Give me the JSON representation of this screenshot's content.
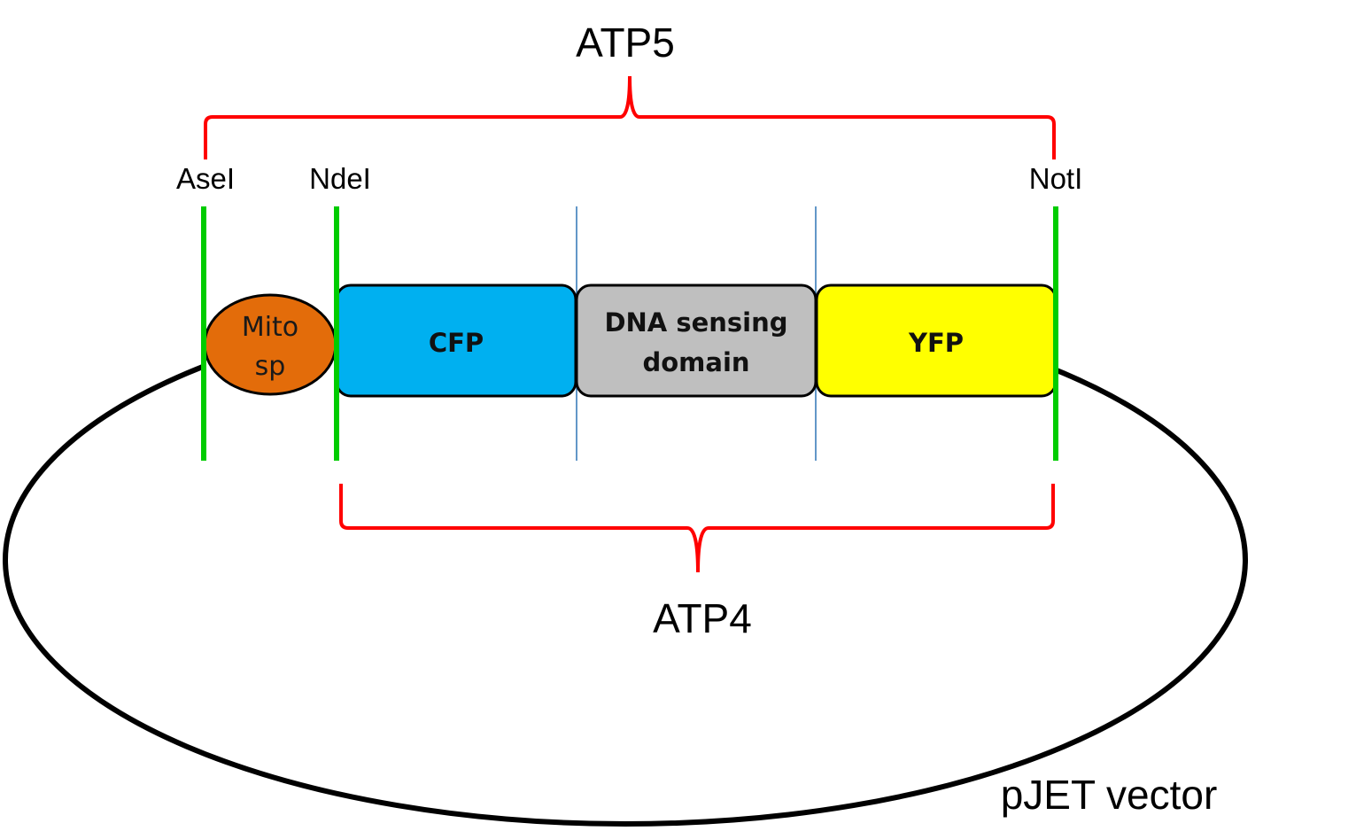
{
  "construct": {
    "bracket_top_label": "ATP5",
    "bracket_bottom_label": "ATP4",
    "vector_label": "pJET vector",
    "sites": {
      "asel": "AseI",
      "ndel": "NdeI",
      "notl": "NotI"
    },
    "mito": {
      "line1": "Mito",
      "line2": "sp"
    },
    "domains": {
      "cfp": "CFP",
      "dna_line1": "DNA sensing",
      "dna_line2": "domain",
      "yfp": "YFP"
    }
  },
  "colors": {
    "bracket": "#ff0000",
    "site_line": "#00cc00",
    "divider": "#2e75b6",
    "mito_fill": "#e36c0a",
    "cfp_fill": "#00b0f0",
    "dna_fill": "#bfbfbf",
    "yfp_fill": "#ffff00",
    "outline": "#000000"
  }
}
